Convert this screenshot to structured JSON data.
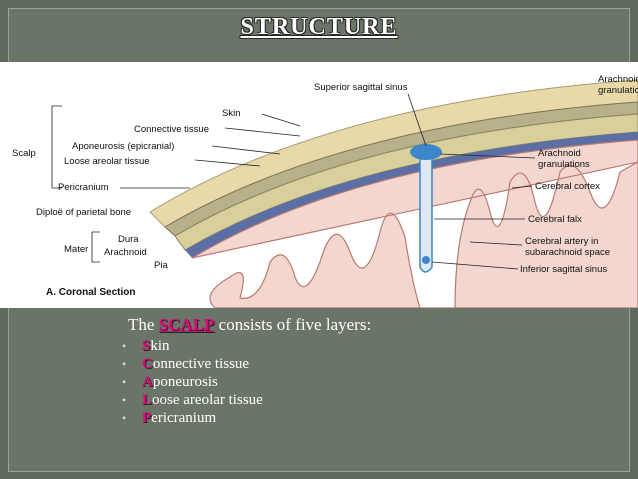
{
  "title": "STRUCTURE",
  "figure": {
    "labels": {
      "superior_sagittal_sinus": "Superior sagittal sinus",
      "arachnoid_granulations_top": "Arachnoid granulations",
      "skin": "Skin",
      "connective_tissue": "Connective tissue",
      "aponeurosis": "Aponeurosis (epicranial)",
      "loose_areolar": "Loose areolar tissue",
      "pericranium": "Pericranium",
      "scalp": "Scalp",
      "diploe": "Diploë of parietal bone",
      "dura": "Dura",
      "mater": "Mater",
      "arachnoid": "Arachnoid",
      "pia": "Pia",
      "arachnoid_granulations": "Arachnoid granulations",
      "cerebral_cortex": "Cerebral cortex",
      "cerebral_falx": "Cerebral falx",
      "cerebral_artery": "Cerebral artery in subarachnoid space",
      "inferior_sagittal_sinus": "Inferior sagittal sinus",
      "caption": "A. Coronal Section"
    }
  },
  "content": {
    "intro_prefix": "The",
    "intro_keyword": "SCALP",
    "intro_suffix": "consists of five layers:",
    "layers": [
      {
        "first": "S",
        "rest": "kin"
      },
      {
        "first": "C",
        "rest": "onnective tissue"
      },
      {
        "first": "A",
        "rest": "poneurosis"
      },
      {
        "first": "L",
        "rest": "oose areolar tissue"
      },
      {
        "first": "P",
        "rest": "ericranium"
      }
    ]
  },
  "colors": {
    "background": "#5f6a5c",
    "accent": "#e6007e",
    "skin": "#e9d9a8",
    "bone": "#d9cf9a",
    "brain": "#f2d6cf",
    "vessel": "#3b87c9"
  }
}
